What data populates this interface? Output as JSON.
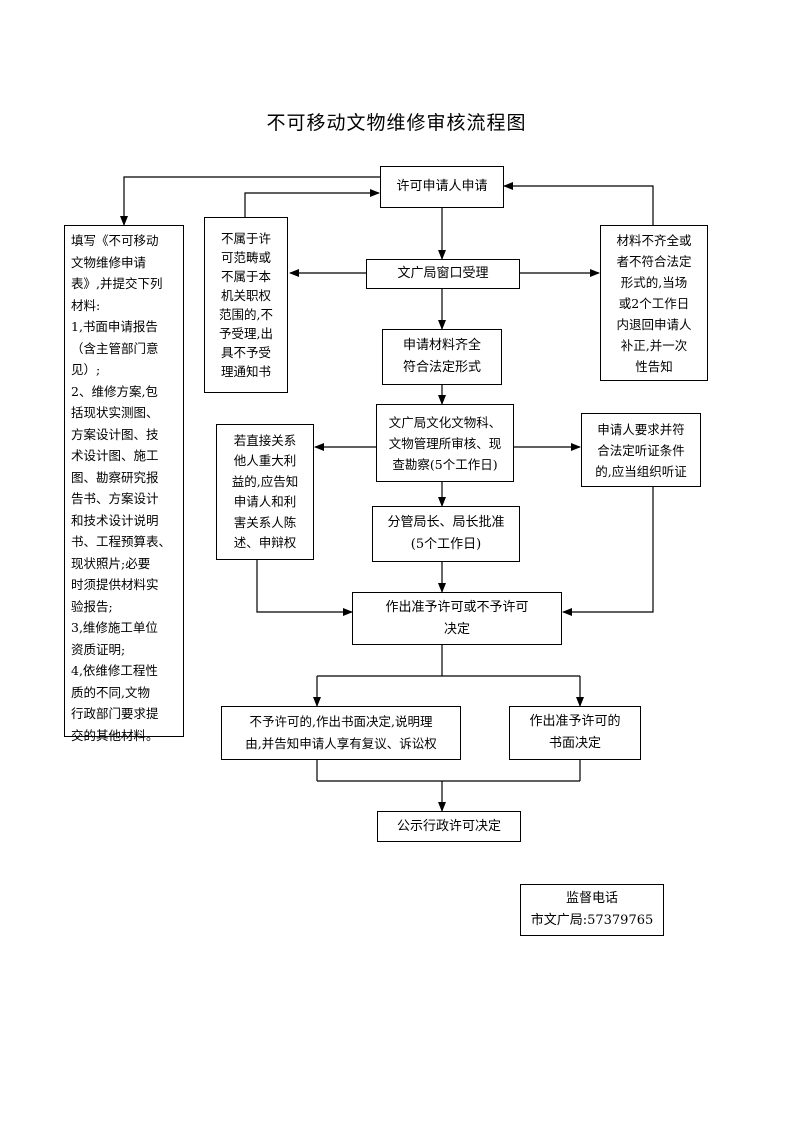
{
  "title": "不可移动文物维修审核流程图",
  "boxes": {
    "apply": "许可申请人申请",
    "window": "文广局窗口受理",
    "not_scope": "不属于许\n可范畴或\n不属于本\n机关职权\n范围的,不\n予受理,出\n具不予受\n理通知书",
    "materials": "填写《不可移动\n文物维修申请\n表》,并提交下列\n材料:\n1,书面申请报告\n（含主管部门意\n见）;\n2、维修方案,包\n括现状实测图、\n方案设计图、技\n术设计图、施工\n图、勘察研究报\n告书、方案设计\n和技术设计说明\n书、工程预算表、\n现状照片;必要\n时须提供材料实\n验报告;\n3,维修施工单位\n资质证明;\n4,依维修工程性\n质的不同,文物\n行政部门要求提\n交的其他材料。",
    "incomplete": "材料不齐全或\n者不符合法定\n形式的,当场\n或2个工作日\n内退回申请人\n补正,并一次\n性告知",
    "complete": "申请材料齐全\n符合法定形式",
    "review": "文广局文化文物科、\n文物管理所审核、现\n查勘察(5个工作日)",
    "stake": "若直接关系\n他人重大利\n益的,应告知\n申请人和利\n害关系人陈\n述、申辩权",
    "hearing": "申请人要求并符\n合法定听证条件\n的,应当组织听证",
    "approve": "分管局长、局长批准\n(5个工作日)",
    "decision": "作出准予许可或不予许可\n决定",
    "reject": "不予许可的,作出书面决定,说明理\n由,并告知申请人享有复议、诉讼权",
    "grant": "作出准予许可的\n书面决定",
    "publish": "公示行政许可决定",
    "supervise": "监督电话\n市文广局:57379765"
  }
}
